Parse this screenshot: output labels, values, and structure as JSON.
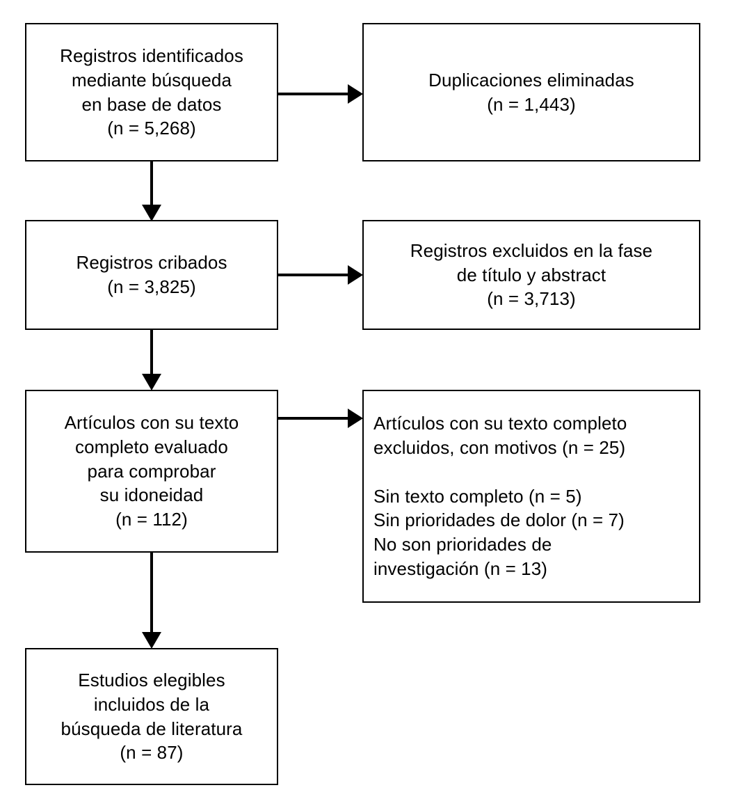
{
  "diagram": {
    "type": "prisma-flow-diagram",
    "language": "es",
    "background_color": "#ffffff",
    "stroke_color": "#000000",
    "boxes": [
      {
        "id": "identificados",
        "text": "Registros identificados\nmediante búsqueda\nen base de datos\n(n = 5,268)",
        "count": 5268
      },
      {
        "id": "duplicados",
        "text": "Duplicaciones eliminadas\n(n = 1,443)",
        "count": 1443
      },
      {
        "id": "cribados",
        "text": "Registros cribados\n(n = 3,825)",
        "count": 3825
      },
      {
        "id": "excluidos",
        "text": "Registros excluidos en la fase\nde título y abstract\n(n = 3,713)",
        "count": 3713
      },
      {
        "id": "evaluados",
        "text": "Artículos con su texto\ncompleto evaluado\npara comprobar\nsu idoneidad\n(n = 112)",
        "count": 112
      },
      {
        "id": "motivos",
        "text": "Artículos con su texto completo\nexcluidos, con motivos (n = 25)\n\nSin texto completo (n = 5)\nSin prioridades de dolor (n = 7)\nNo son prioridades de\ninvestigación (n = 13)",
        "count": 25,
        "reasons": [
          {
            "label": "Sin texto completo",
            "count": 5
          },
          {
            "label": "Sin prioridades de dolor",
            "count": 7
          },
          {
            "label": "No son prioridades de investigación",
            "count": 13
          }
        ]
      },
      {
        "id": "incluidos",
        "text": "Estudios elegibles\nincluidos de la\nbúsqueda de literatura\n(n = 87)",
        "count": 87
      }
    ],
    "arrows": [
      {
        "id": "identificados-to-duplicados",
        "direction": "right"
      },
      {
        "id": "cribados-to-excluidos",
        "direction": "right"
      },
      {
        "id": "evaluados-to-motivos",
        "direction": "right"
      },
      {
        "id": "identificados-to-cribados",
        "direction": "down"
      },
      {
        "id": "cribados-to-evaluados",
        "direction": "down"
      },
      {
        "id": "evaluados-to-incluidos",
        "direction": "down"
      }
    ]
  }
}
